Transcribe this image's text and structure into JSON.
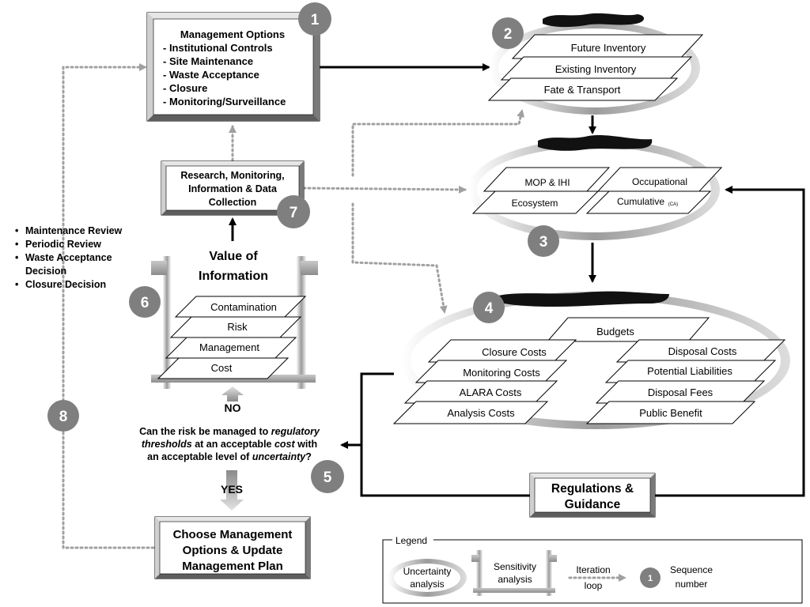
{
  "box1": {
    "number": "1",
    "title": "Management Options",
    "items": [
      "- Institutional Controls",
      "- Site Maintenance",
      "- Waste Acceptance",
      "- Closure",
      "- Monitoring/Surveillance"
    ]
  },
  "ellipse2": {
    "number": "2",
    "layers": [
      "Future Inventory",
      "Existing Inventory",
      "Fate & Transport"
    ]
  },
  "ellipse3": {
    "number": "3",
    "left_layers": [
      "MOP & IHI",
      "Ecosystem"
    ],
    "right_layers": [
      "Occupational",
      "Cumulative"
    ],
    "cumulative_note": "(CA)"
  },
  "ellipse4": {
    "number": "4",
    "top_layer": "Budgets",
    "left_layers": [
      "Closure Costs",
      "Monitoring Costs",
      "ALARA Costs",
      "Analysis Costs"
    ],
    "right_layers": [
      "Disposal Costs",
      "Potential Liabilities",
      "Disposal Fees",
      "Public Benefit"
    ]
  },
  "box7": {
    "number": "7",
    "lines": [
      "Research, Monitoring,",
      "Information & Data",
      "Collection"
    ]
  },
  "box6": {
    "number": "6",
    "title_lines": [
      "Value of",
      "Information"
    ],
    "layers": [
      "Contamination",
      "Risk",
      "Management",
      "Cost"
    ]
  },
  "decision": {
    "number": "5",
    "no_label": "NO",
    "yes_label": "YES",
    "line1_prefix": "Can the risk be managed to ",
    "line1_em": "regulatory",
    "line2_em1": "thresholds",
    "line2_mid": " at an acceptable ",
    "line2_em2": "cost",
    "line2_suffix": " with",
    "line3_prefix": "an acceptable level of ",
    "line3_em": "uncertainty",
    "line3_suffix": "?"
  },
  "box_choose": {
    "lines": [
      "Choose Management",
      "Options & Update",
      "Management Plan"
    ]
  },
  "box_reg": {
    "lines": [
      "Regulations &",
      "Guidance"
    ]
  },
  "reviews": {
    "number": "8",
    "items": [
      "Maintenance Review",
      "Periodic Review",
      "Waste Acceptance",
      "Decision",
      "Closure Decision"
    ]
  },
  "legend": {
    "title": "Legend",
    "uncertainty": [
      "Uncertainty",
      "analysis"
    ],
    "sensitivity": [
      "Sensitivity",
      "analysis"
    ],
    "iteration": [
      "Iteration",
      "loop"
    ],
    "sequence_num": "1",
    "sequence": [
      "Sequence",
      "number"
    ]
  },
  "colors": {
    "badge": "#7f7f7f",
    "dotted": "#999999",
    "frame_grey": "#a8a8a8"
  }
}
